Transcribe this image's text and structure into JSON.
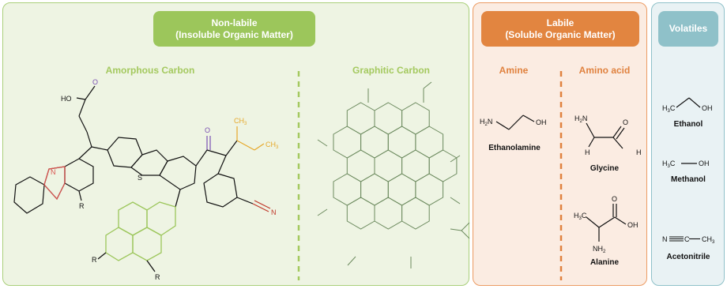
{
  "panels": {
    "nonlabile": {
      "title_line1": "Non-labile",
      "title_line2": "(Insoluble Organic Matter)",
      "colors": {
        "fill": "#eef4e3",
        "border": "#a9cf7a",
        "badge": "#9cc65b"
      },
      "sections": {
        "amorphous": "Amorphous Carbon",
        "graphitic": "Graphitic Carbon"
      },
      "atom_labels": {
        "hydroxyl_acid": "HO",
        "oxygen": "O",
        "sulfur": "S",
        "nitrogen_ring": "N",
        "methyl": "CH",
        "methyl_sub": "3",
        "nitrile_n": "N",
        "r_group": "R"
      }
    },
    "labile": {
      "title_line1": "Labile",
      "title_line2": "(Soluble Organic Matter)",
      "colors": {
        "fill": "#fbece2",
        "border": "#ec9b63",
        "badge": "#e28540"
      },
      "sections": {
        "amine": "Amine",
        "amino_acid": "Amino acid"
      },
      "compounds": {
        "ethanolamine": {
          "name": "Ethanolamine",
          "amine_h": "H",
          "amine_sub": "2",
          "amine_n": "N",
          "oh": "OH"
        },
        "glycine": {
          "name": "Glycine",
          "amine_h": "H",
          "amine_sub": "2",
          "amine_n": "N",
          "o": "O",
          "h_left": "H",
          "h_right": "H"
        },
        "alanine": {
          "name": "Alanine",
          "methyl_h": "H",
          "methyl_sub": "3",
          "methyl_c": "C",
          "oh": "OH",
          "o": "O",
          "amine_n": "NH",
          "amine_sub": "2"
        }
      }
    },
    "volatiles": {
      "title": "Volatiles",
      "colors": {
        "fill": "#e9f2f4",
        "border": "#8fc1c9",
        "badge": "#8fc1c9"
      },
      "compounds": {
        "ethanol": {
          "name": "Ethanol",
          "left_h": "H",
          "left_sub": "3",
          "left_c": "C",
          "right": "OH"
        },
        "methanol": {
          "name": "Methanol",
          "left_h": "H",
          "left_sub": "3",
          "left_c": "C",
          "right": "OH"
        },
        "acetonitrile": {
          "name": "Acetonitrile",
          "left": "N",
          "mid": "C",
          "right": "CH",
          "right_sub": "3"
        }
      }
    }
  }
}
